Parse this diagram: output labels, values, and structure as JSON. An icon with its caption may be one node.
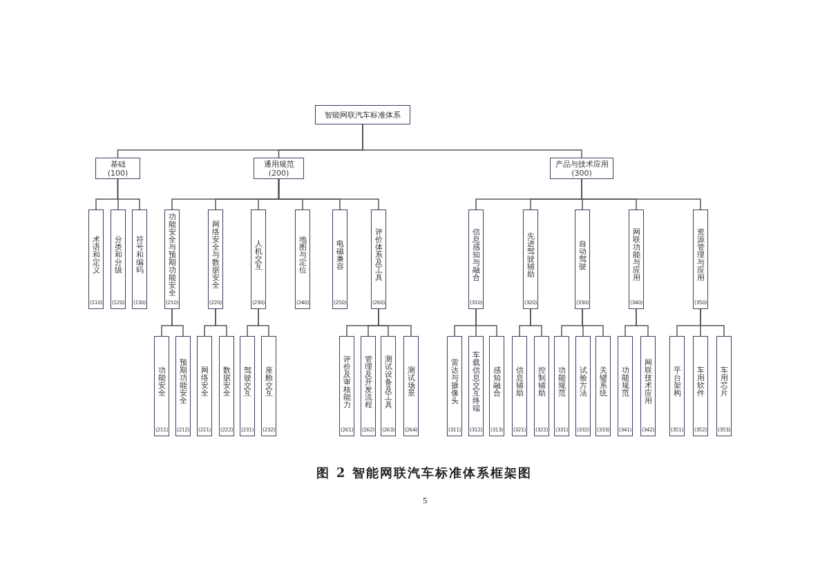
{
  "diagram": {
    "caption": "图 2 智能网联汽车标准体系框架图",
    "nodes": [
      {
        "text": [
          "智能网联汽车标准体系"
        ]
      },
      {
        "text": [
          "基础",
          "(100)"
        ]
      },
      {
        "text": [
          "通用规范",
          "(200)"
        ]
      },
      {
        "text": [
          "产品与技术应用",
          "(300)"
        ]
      },
      {
        "text": [
          "术语和定义",
          "(110)"
        ]
      },
      {
        "text": [
          "分类和分级",
          "(120)"
        ]
      },
      {
        "text": [
          "符号和编码",
          "(130)"
        ]
      },
      {
        "text": [
          "功能安全与预期功能安全",
          "(210)"
        ]
      },
      {
        "text": [
          "网络安全与数据安全",
          "(220)"
        ]
      },
      {
        "text": [
          "人机交互",
          "(230)"
        ]
      },
      {
        "text": [
          "地图与定位",
          "(240)"
        ]
      },
      {
        "text": [
          "电磁兼容",
          "(250)"
        ]
      },
      {
        "text": [
          "评价体系及工具",
          "(260)"
        ]
      },
      {
        "text": [
          "信息感知与融合",
          "(310)"
        ]
      },
      {
        "text": [
          "先进驾驶辅助",
          "(320)"
        ]
      },
      {
        "text": [
          "自动驾驶",
          "(330)"
        ]
      },
      {
        "text": [
          "网联功能与应用",
          "(340)"
        ]
      },
      {
        "text": [
          "资源管理与应用",
          "(350)"
        ]
      },
      {
        "text": [
          "功能安全",
          "(211)"
        ]
      },
      {
        "text": [
          "预期功能安全",
          "(212)"
        ]
      },
      {
        "text": [
          "网络安全",
          "(221)"
        ]
      },
      {
        "text": [
          "数据安全",
          "(222)"
        ]
      },
      {
        "text": [
          "驾驶交互",
          "(231)"
        ]
      },
      {
        "text": [
          "座舱交互",
          "(232)"
        ]
      },
      {
        "text": [
          "评价及审核能力",
          "(261)"
        ]
      },
      {
        "text": [
          "管理及开发流程",
          "(262)"
        ]
      },
      {
        "text": [
          "测试设备及工具",
          "(263)"
        ]
      },
      {
        "text": [
          "测试场景",
          "(264)"
        ]
      },
      {
        "text": [
          "雷达与摄像头",
          "(311)"
        ]
      },
      {
        "text": [
          "车载信息交互终端",
          "(312)"
        ]
      },
      {
        "text": [
          "感知融合",
          "(313)"
        ]
      },
      {
        "text": [
          "信息辅助",
          "(321)"
        ]
      },
      {
        "text": [
          "控制辅助",
          "(322)"
        ]
      },
      {
        "text": [
          "功能规范",
          "(331)"
        ]
      },
      {
        "text": [
          "试验方法",
          "(332)"
        ]
      },
      {
        "text": [
          "关键系统",
          "(333)"
        ]
      },
      {
        "text": [
          "功能规范",
          "(341)"
        ]
      },
      {
        "text": [
          "网联技术应用",
          "(342)"
        ]
      },
      {
        "text": [
          "平台架构",
          "(351)"
        ]
      },
      {
        "text": [
          "车用软件",
          "(352)"
        ]
      },
      {
        "text": [
          "车用芯片",
          "(353)"
        ]
      }
    ],
    "edges": [
      {
        "from": 0,
        "to": 1,
        "arrow": "none"
      },
      {
        "from": 0,
        "to": 2,
        "arrow": "none"
      },
      {
        "from": 0,
        "to": 3,
        "arrow": "none"
      },
      {
        "from": 1,
        "to": 4,
        "arrow": "none"
      },
      {
        "from": 1,
        "to": 5,
        "arrow": "none"
      },
      {
        "from": 1,
        "to": 6,
        "arrow": "none"
      },
      {
        "from": 2,
        "to": 7,
        "arrow": "none"
      },
      {
        "from": 2,
        "to": 8,
        "arrow": "none"
      },
      {
        "from": 2,
        "to": 9,
        "arrow": "none"
      },
      {
        "from": 2,
        "to": 10,
        "arrow": "none"
      },
      {
        "from": 2,
        "to": 11,
        "arrow": "none"
      },
      {
        "from": 2,
        "to": 12,
        "arrow": "none"
      },
      {
        "from": 3,
        "to": 13,
        "arrow": "none"
      },
      {
        "from": 3,
        "to": 14,
        "arrow": "none"
      },
      {
        "from": 3,
        "to": 15,
        "arrow": "none"
      },
      {
        "from": 3,
        "to": 16,
        "arrow": "none"
      },
      {
        "from": 3,
        "to": 17,
        "arrow": "none"
      },
      {
        "from": 7,
        "to": 18,
        "arrow": "none"
      },
      {
        "from": 7,
        "to": 19,
        "arrow": "none"
      },
      {
        "from": 8,
        "to": 20,
        "arrow": "none"
      },
      {
        "from": 8,
        "to": 21,
        "arrow": "none"
      },
      {
        "from": 9,
        "to": 22,
        "arrow": "none"
      },
      {
        "from": 9,
        "to": 23,
        "arrow": "none"
      },
      {
        "from": 12,
        "to": 24,
        "arrow": "none"
      },
      {
        "from": 12,
        "to": 25,
        "arrow": "none"
      },
      {
        "from": 12,
        "to": 26,
        "arrow": "none"
      },
      {
        "from": 12,
        "to": 27,
        "arrow": "none"
      },
      {
        "from": 13,
        "to": 28,
        "arrow": "none"
      },
      {
        "from": 13,
        "to": 29,
        "arrow": "none"
      },
      {
        "from": 13,
        "to": 30,
        "arrow": "none"
      },
      {
        "from": 14,
        "to": 31,
        "arrow": "none"
      },
      {
        "from": 14,
        "to": 32,
        "arrow": "none"
      },
      {
        "from": 15,
        "to": 33,
        "arrow": "none"
      },
      {
        "from": 15,
        "to": 34,
        "arrow": "none"
      },
      {
        "from": 15,
        "to": 35,
        "arrow": "none"
      },
      {
        "from": 16,
        "to": 36,
        "arrow": "none"
      },
      {
        "from": 16,
        "to": 37,
        "arrow": "none"
      },
      {
        "from": 17,
        "to": 38,
        "arrow": "none"
      },
      {
        "from": 17,
        "to": 39,
        "arrow": "none"
      },
      {
        "from": 17,
        "to": 40,
        "arrow": "none"
      }
    ],
    "labels": [
      "5"
    ]
  }
}
